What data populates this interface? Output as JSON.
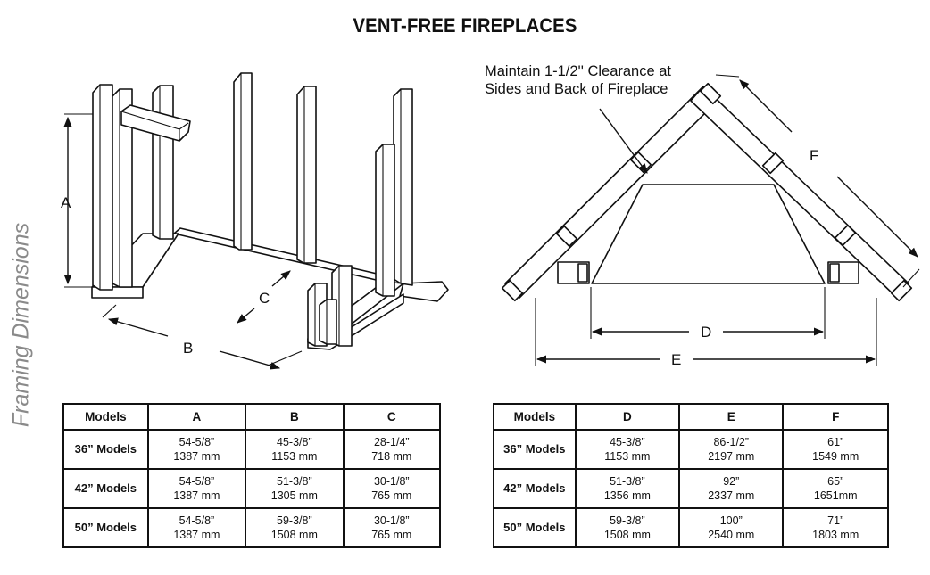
{
  "title": "VENT-FREE FIREPLACES",
  "side_label": "Framing Dimensions",
  "note": {
    "line1": "Maintain 1-1/2'' Clearance at",
    "line2": "Sides and Back of Fireplace"
  },
  "dimension_labels": {
    "a": "A",
    "b": "B",
    "c": "C",
    "d": "D",
    "e": "E",
    "f": "F"
  },
  "table_left": {
    "headers": [
      "Models",
      "A",
      "B",
      "C"
    ],
    "rows": [
      {
        "model": "36” Models",
        "a": {
          "in": "54-5/8”",
          "mm": "1387 mm"
        },
        "b": {
          "in": "45-3/8”",
          "mm": "1153 mm"
        },
        "c": {
          "in": "28-1/4”",
          "mm": "718 mm"
        }
      },
      {
        "model": "42” Models",
        "a": {
          "in": "54-5/8”",
          "mm": "1387 mm"
        },
        "b": {
          "in": "51-3/8”",
          "mm": "1305 mm"
        },
        "c": {
          "in": "30-1/8”",
          "mm": "765 mm"
        }
      },
      {
        "model": "50” Models",
        "a": {
          "in": "54-5/8”",
          "mm": "1387 mm"
        },
        "b": {
          "in": "59-3/8”",
          "mm": "1508 mm"
        },
        "c": {
          "in": "30-1/8”",
          "mm": "765 mm"
        }
      }
    ]
  },
  "table_right": {
    "headers": [
      "Models",
      "D",
      "E",
      "F"
    ],
    "rows": [
      {
        "model": "36” Models",
        "d": {
          "in": "45-3/8”",
          "mm": "1153 mm"
        },
        "e": {
          "in": "86-1/2”",
          "mm": "2197 mm"
        },
        "f": {
          "in": "61”",
          "mm": "1549 mm"
        }
      },
      {
        "model": "42” Models",
        "d": {
          "in": "51-3/8”",
          "mm": "1356 mm"
        },
        "e": {
          "in": "92”",
          "mm": "2337 mm"
        },
        "f": {
          "in": "65”",
          "mm": "1651mm"
        }
      },
      {
        "model": "50” Models",
        "d": {
          "in": "59-3/8”",
          "mm": "1508 mm"
        },
        "e": {
          "in": "100”",
          "mm": "2540 mm"
        },
        "f": {
          "in": "71”",
          "mm": "1803 mm"
        }
      }
    ]
  }
}
